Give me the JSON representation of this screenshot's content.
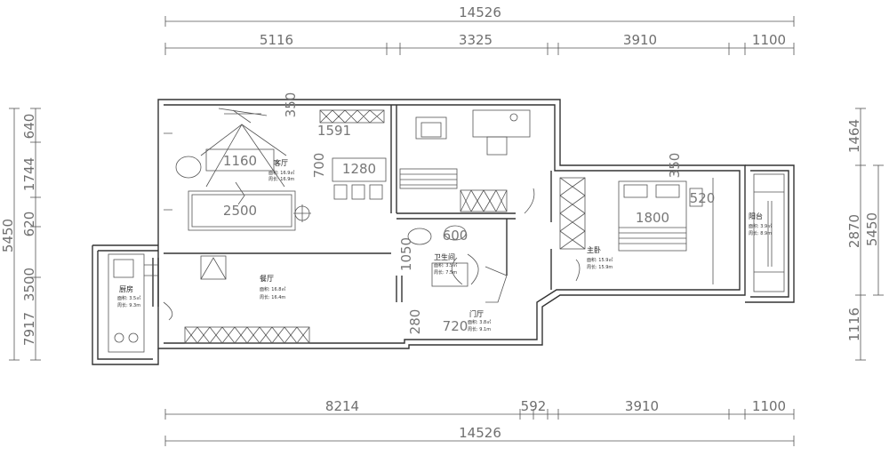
{
  "dimensions": {
    "top_total": "14526",
    "top_segments": [
      "5116",
      "3325",
      "3910",
      "1100"
    ],
    "bottom_segments": [
      "8214",
      "592",
      "3910",
      "1100"
    ],
    "bottom_total": "14526",
    "left_total": "5450",
    "left_segments": [
      "7917",
      "3500",
      "620",
      "1744",
      "640"
    ],
    "right_total": "5450",
    "right_segments": [
      "1116",
      "2870",
      "1464"
    ]
  },
  "furniture_dims": {
    "living_tv_1160": "1160",
    "living_350": "350",
    "living_700": "700",
    "living_sofa": "2500",
    "dining_1591": "1591",
    "dining_1280": "1280",
    "bath_600": "600",
    "bath_1050": "1050",
    "hall_280": "280",
    "hall_720": "720",
    "bed_1800": "1800",
    "bed_350": "350",
    "bed_520": "520"
  },
  "rooms": {
    "living": {
      "name": "客厅",
      "area": "面积: 16.9㎡",
      "perimeter": "周长: 16.9m"
    },
    "dining": {
      "name": "餐厅",
      "area": "面积: 16.8㎡",
      "perimeter": "周长: 16.4m"
    },
    "kitchen": {
      "name": "厨房",
      "area": "面积: 3.5㎡",
      "perimeter": "周长: 9.3m"
    },
    "bathroom": {
      "name": "卫生间",
      "area": "面积: 3.5㎡",
      "perimeter": "周长: 7.5m"
    },
    "foyer": {
      "name": "门厅",
      "area": "面积: 3.8㎡",
      "perimeter": "周长: 9.1m"
    },
    "master": {
      "name": "主卧",
      "area": "面积: 15.9㎡",
      "perimeter": "周长: 15.9m"
    },
    "balcony": {
      "name": "阳台",
      "area": "面积: 3.9㎡",
      "perimeter": "周长: 8.9m"
    }
  }
}
